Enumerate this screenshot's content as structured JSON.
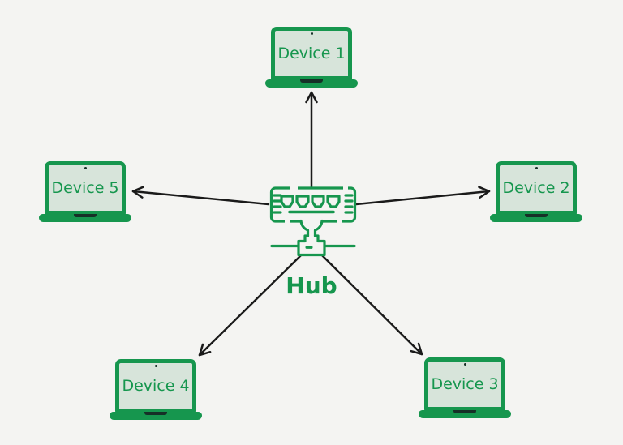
{
  "diagram": {
    "hub": {
      "label": "Hub",
      "icon": "network-hub-icon"
    },
    "devices": [
      {
        "label": "Device 1",
        "position": "top",
        "icon": "laptop-icon"
      },
      {
        "label": "Device 2",
        "position": "right",
        "icon": "laptop-icon"
      },
      {
        "label": "Device 3",
        "position": "bottom-right",
        "icon": "laptop-icon"
      },
      {
        "label": "Device 4",
        "position": "bottom-left",
        "icon": "laptop-icon"
      },
      {
        "label": "Device 5",
        "position": "left",
        "icon": "laptop-icon"
      }
    ],
    "connections": [
      {
        "from": "Hub",
        "to": "Device 1"
      },
      {
        "from": "Hub",
        "to": "Device 2"
      },
      {
        "from": "Hub",
        "to": "Device 3"
      },
      {
        "from": "Hub",
        "to": "Device 4"
      },
      {
        "from": "Hub",
        "to": "Device 5"
      }
    ],
    "colors": {
      "green": "#16964e",
      "screen_fill": "#d7e4da",
      "background": "#f4f4f2",
      "arrow": "#1a1a1a"
    }
  }
}
